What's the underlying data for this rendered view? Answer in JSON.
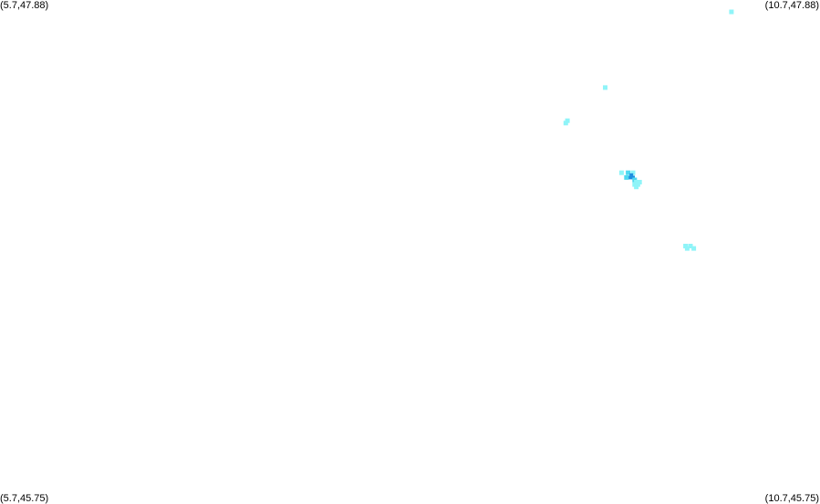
{
  "map": {
    "corners": {
      "top_left": "(5.7,47.88)",
      "top_right": "(10.7,47.88)",
      "bottom_left": "(5.7,45.75)",
      "bottom_right": "(10.7,45.75)"
    },
    "bounds": {
      "lon_min": 5.7,
      "lon_max": 10.7,
      "lat_min": 45.75,
      "lat_max": 47.88
    },
    "colors": {
      "background": "#ffffff",
      "light": "#8ff4f8",
      "medium": "#4fd8f0",
      "dark": "#1e8fe0"
    },
    "points": [
      {
        "lon": 10.16,
        "lat": 47.83,
        "shade": "light"
      },
      {
        "lon": 9.39,
        "lat": 47.51,
        "shade": "light"
      },
      {
        "lon": 9.16,
        "lat": 47.37,
        "shade": "light"
      },
      {
        "lon": 9.15,
        "lat": 47.36,
        "shade": "light"
      },
      {
        "lon": 9.49,
        "lat": 47.15,
        "shade": "light"
      },
      {
        "lon": 9.53,
        "lat": 47.15,
        "shade": "medium"
      },
      {
        "lon": 9.56,
        "lat": 47.15,
        "shade": "light"
      },
      {
        "lon": 9.55,
        "lat": 47.14,
        "shade": "dark"
      },
      {
        "lon": 9.54,
        "lat": 47.13,
        "shade": "dark"
      },
      {
        "lon": 9.56,
        "lat": 47.13,
        "shade": "dark"
      },
      {
        "lon": 9.52,
        "lat": 47.13,
        "shade": "medium"
      },
      {
        "lon": 9.57,
        "lat": 47.12,
        "shade": "medium"
      },
      {
        "lon": 9.58,
        "lat": 47.11,
        "shade": "light"
      },
      {
        "lon": 9.59,
        "lat": 47.1,
        "shade": "light"
      },
      {
        "lon": 9.57,
        "lat": 47.1,
        "shade": "light"
      },
      {
        "lon": 9.6,
        "lat": 47.11,
        "shade": "light"
      },
      {
        "lon": 9.58,
        "lat": 47.09,
        "shade": "light"
      },
      {
        "lon": 9.88,
        "lat": 46.84,
        "shade": "light"
      },
      {
        "lon": 9.91,
        "lat": 46.84,
        "shade": "light"
      },
      {
        "lon": 9.93,
        "lat": 46.83,
        "shade": "light"
      },
      {
        "lon": 9.89,
        "lat": 46.83,
        "shade": "light"
      }
    ]
  }
}
